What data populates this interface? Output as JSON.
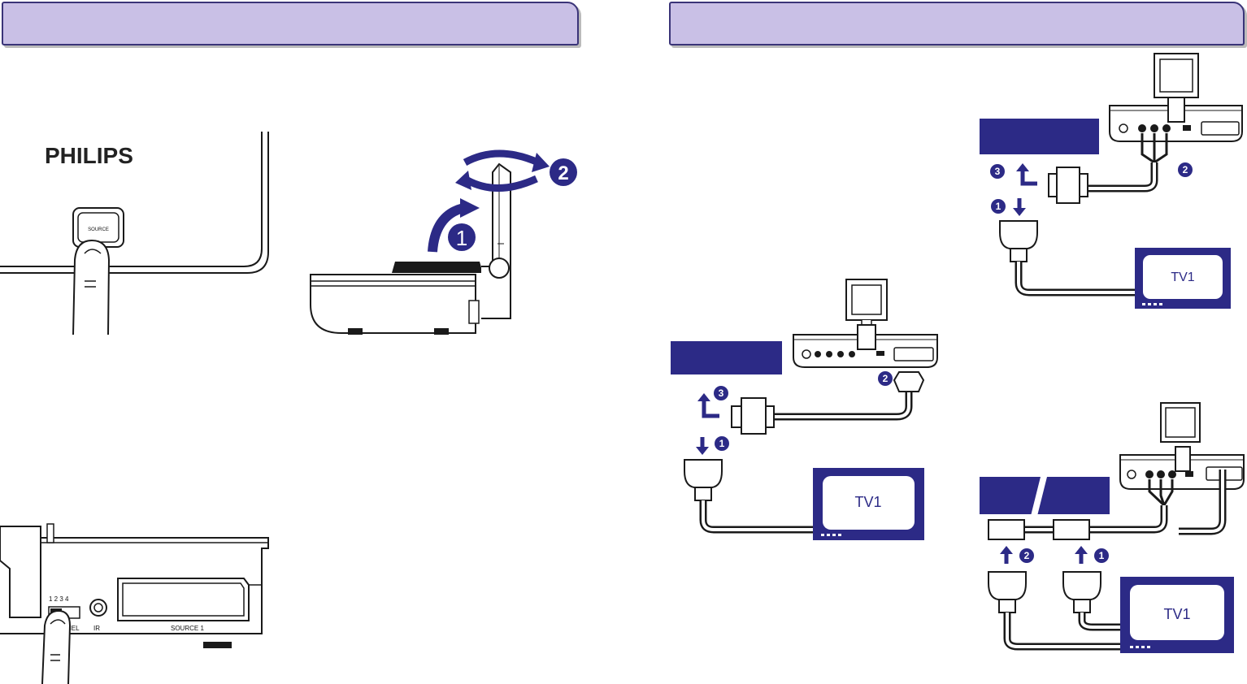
{
  "headers": {
    "left": "",
    "right": ""
  },
  "brand": {
    "logo": "PHILIPS"
  },
  "remote": {
    "source_button_label": "SOURCE"
  },
  "rear_panel": {
    "channel_numbers": "1 2 3 4",
    "channel_label": "NEL",
    "ir_label": "IR",
    "source_label": "SOURCE 1"
  },
  "steps": {
    "one": "1",
    "two": "2",
    "three": "3"
  },
  "tv": {
    "label": "TV1"
  },
  "colors": {
    "accent_navy": "#2c2a86",
    "header_fill": "#c9c0e6",
    "header_border": "#3a3478",
    "tv_screen": "#ffffff",
    "line_art": "#1a1a1a"
  }
}
